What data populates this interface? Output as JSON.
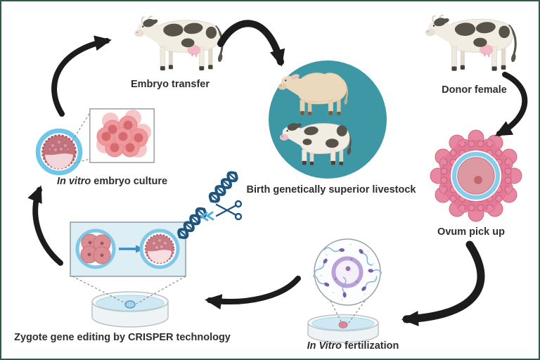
{
  "labels": {
    "embryo_transfer": "Embryo transfer",
    "donor_female": "Donor female",
    "birth_center": "Birth genetically superior livestock",
    "ovum_pickup": "Ovum pick up",
    "ivf": {
      "italic": "In Vitro",
      "rest": " fertilization"
    },
    "embryo_culture": {
      "italic": "In vitro",
      "rest": " embryo culture"
    },
    "zygote_editing": "Zygote gene editing by CRISPER technology"
  },
  "icons": {
    "embryo_transfer_cow": "holstein-cow",
    "donor_female_cow": "holstein-cow",
    "superior_calf_beige": "beige-calf",
    "superior_calf_holstein": "holstein-calf",
    "ovum": "ovum-with-granulosa-cells",
    "culture_blastocyst": "blastocyst-embryo",
    "culture_morula": "morula-cell-cluster",
    "crispr": "dna-helix-with-scissors",
    "zygote_editing_box": "zygote-to-blastocyst-progression",
    "zygote_petri_dish": "petri-dish-with-zygote",
    "ivf_magnified": "sperm-surrounding-egg",
    "ivf_petri_dish": "petri-dish-with-oocyte"
  },
  "colors": {
    "background": "#ffffff",
    "border_green": "#2e5c44",
    "teal_circle": "#3e97a5",
    "arrow_black": "#1c1c1c",
    "dna_blue": "#1e557e",
    "crispr_cut_blue": "#53b1dd",
    "ovum_pink": "#e27b96",
    "cell_ring_blue": "#7fc7e6",
    "embryo_pink": "#dd8f96",
    "sperm_purple": "#7a5fa8",
    "egg_ring_purple": "#b9a2d8",
    "dish_liquid_blue": "#cfe9f4",
    "cow_patch": "#57524a"
  }
}
